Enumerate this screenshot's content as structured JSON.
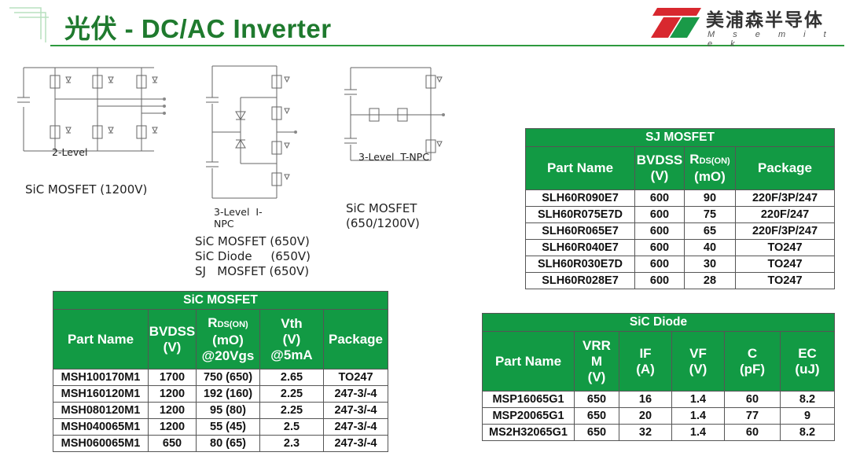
{
  "header": {
    "title": "光伏 - DC/AC Inverter",
    "logo_cn": "美浦森半导体",
    "logo_en": "M s e m i t e k"
  },
  "colors": {
    "accent": "#129a44",
    "title": "#1f7a2e",
    "logo_red": "#d8282f"
  },
  "circuits": {
    "c1": {
      "inner_label": "2-Level",
      "caption": "SiC MOSFET (1200V)"
    },
    "c2": {
      "inner_label": "3-Level  I-\nNPC",
      "caption": "SiC MOSFET (650V)\nSiC Diode     (650V)\nSJ   MOSFET (650V)"
    },
    "c3": {
      "inner_label": "3-Level  T-NPC",
      "caption": "SiC MOSFET\n(650/1200V)"
    }
  },
  "sj_table": {
    "caption": "SJ MOSFET",
    "headers": {
      "part": "Part Name",
      "bvdss": "BVDSS\n(V)",
      "rds_main": "R",
      "rds_sub": "DS(ON)",
      "rds_unit": "(mO)",
      "pkg": "Package"
    },
    "rows": [
      [
        "SLH60R090E7",
        "600",
        "90",
        "220F/3P/247"
      ],
      [
        "SLH60R075E7D",
        "600",
        "75",
        "220F/247"
      ],
      [
        "SLH60R065E7",
        "600",
        "65",
        "220F/3P/247"
      ],
      [
        "SLH60R040E7",
        "600",
        "40",
        "TO247"
      ],
      [
        "SLH60R030E7D",
        "600",
        "30",
        "TO247"
      ],
      [
        "SLH60R028E7",
        "600",
        "28",
        "TO247"
      ]
    ]
  },
  "sic_mos_table": {
    "caption": "SiC MOSFET",
    "headers": {
      "part": "Part Name",
      "bvdss": "BVDSS\n(V)",
      "rds_main": "R",
      "rds_sub": "DS(ON)",
      "rds_unit": "(mO)\n@20Vgs",
      "vth": "Vth\n(V)\n@5mA",
      "pkg": "Package"
    },
    "rows": [
      [
        "MSH100170M1",
        "1700",
        "750 (650)",
        "2.65",
        "TO247"
      ],
      [
        "MSH160120M1",
        "1200",
        "192 (160)",
        "2.25",
        "247-3/-4"
      ],
      [
        "MSH080120M1",
        "1200",
        "95 (80)",
        "2.25",
        "247-3/-4"
      ],
      [
        "MSH040065M1",
        "1200",
        "55 (45)",
        "2.5",
        "247-3/-4"
      ],
      [
        "MSH060065M1",
        "650",
        "80 (65)",
        "2.3",
        "247-3/-4"
      ]
    ]
  },
  "sic_diode_table": {
    "caption": "SiC Diode",
    "headers": {
      "part": "Part Name",
      "vrrm": "VRR\nM\n(V)",
      "if": "IF\n(A)",
      "vf": "VF\n(V)",
      "c": "C\n(pF)",
      "ec": "EC\n(uJ)"
    },
    "rows": [
      [
        "MSP16065G1",
        "650",
        "16",
        "1.4",
        "60",
        "8.2"
      ],
      [
        "MSP20065G1",
        "650",
        "20",
        "1.4",
        "77",
        "9"
      ],
      [
        "MS2H32065G1",
        "650",
        "32",
        "1.4",
        "60",
        "8.2"
      ]
    ]
  }
}
